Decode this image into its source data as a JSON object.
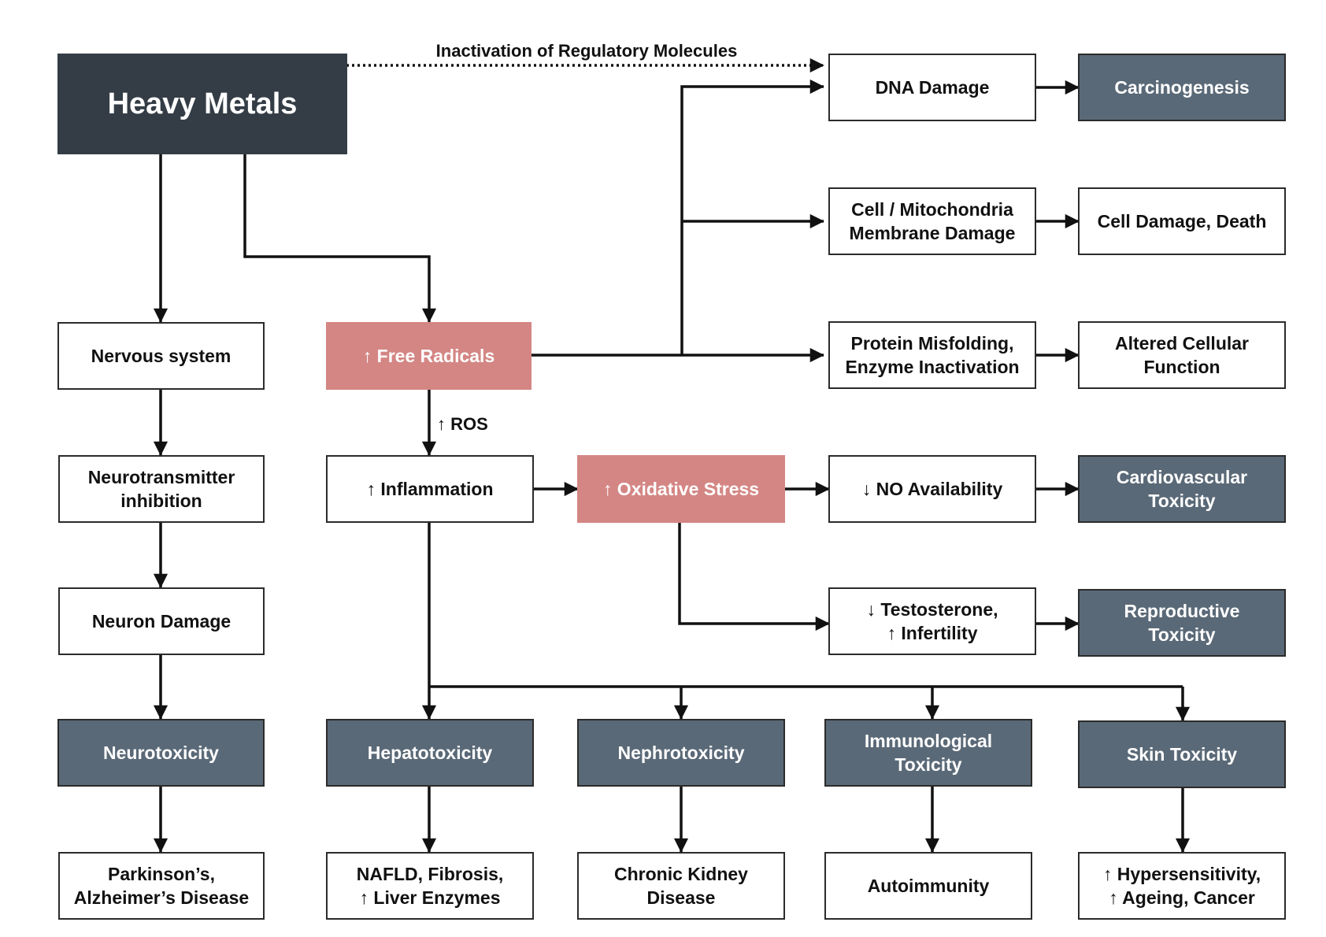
{
  "colors": {
    "root_fill": "#343d46",
    "dark_fill": "#5a6977",
    "accent_fill": "#d48684",
    "plain_fill": "#ffffff",
    "border": "#2b2b2b",
    "line": "#111111",
    "text_dark": "#111111",
    "text_light": "#ffffff"
  },
  "nodes": {
    "heavy_metals": [
      "Heavy Metals"
    ],
    "dna_damage": [
      "DNA Damage"
    ],
    "carcinogenesis": [
      "Carcinogenesis"
    ],
    "membrane_damage": [
      "Cell / Mitochondria",
      "Membrane Damage"
    ],
    "cell_death": [
      "Cell Damage, Death"
    ],
    "protein_misfolding": [
      "Protein Misfolding,",
      "Enzyme Inactivation"
    ],
    "altered_function": [
      "Altered Cellular",
      "Function"
    ],
    "nervous_system": [
      "Nervous system"
    ],
    "free_radicals": [
      "↑ Free Radicals"
    ],
    "neurotransmitter": [
      "Neurotransmitter",
      "inhibition"
    ],
    "inflammation": [
      "↑ Inflammation"
    ],
    "oxidative_stress": [
      "↑ Oxidative Stress"
    ],
    "no_availability": [
      "↓ NO Availability"
    ],
    "cardiovascular": [
      "Cardiovascular",
      "Toxicity"
    ],
    "neuron_damage": [
      "Neuron Damage"
    ],
    "testosterone": [
      "↓ Testosterone,",
      "↑ Infertility"
    ],
    "reproductive": [
      "Reproductive",
      "Toxicity"
    ],
    "neurotoxicity": [
      "Neurotoxicity"
    ],
    "hepatotoxicity": [
      "Hepatotoxicity"
    ],
    "nephrotoxicity": [
      "Nephrotoxicity"
    ],
    "immunological": [
      "Immunological",
      "Toxicity"
    ],
    "skin_toxicity": [
      "Skin Toxicity"
    ],
    "parkinsons": [
      "Parkinson’s,",
      "Alzheimer’s Disease"
    ],
    "nafld": [
      "NAFLD, Fibrosis,",
      "↑ Liver Enzymes"
    ],
    "ckd": [
      "Chronic Kidney",
      "Disease"
    ],
    "autoimmunity": [
      "Autoimmunity"
    ],
    "hypersensitivity": [
      "↑ Hypersensitivity,",
      "↑ Ageing, Cancer"
    ]
  },
  "edge_labels": {
    "inactivation": "Inactivation of Regulatory Molecules",
    "ros": "↑ ROS"
  }
}
